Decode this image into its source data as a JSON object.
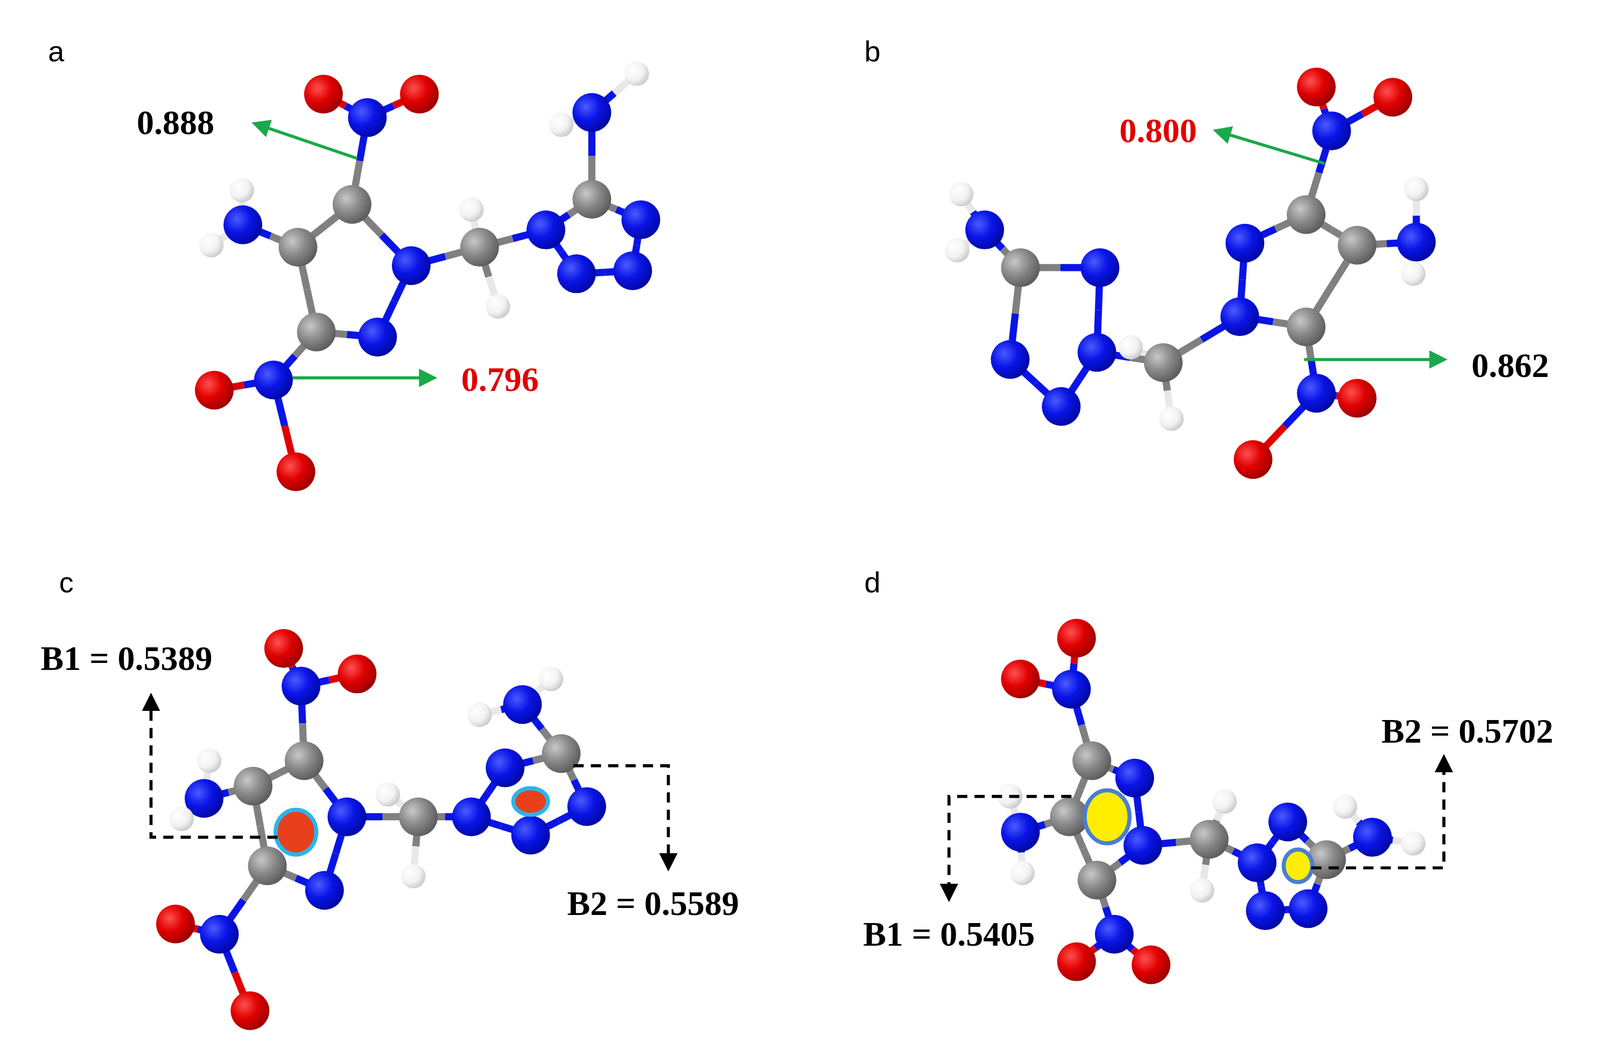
{
  "diagram": {
    "labels": [
      "a",
      "0.888",
      "0.796",
      "b",
      "0.800",
      "0.862",
      "c",
      "B1 = 0.5389",
      "B2 = 0.5589",
      "d",
      "B2 = 0.5702",
      "B1 = 0.5405"
    ]
  }
}
